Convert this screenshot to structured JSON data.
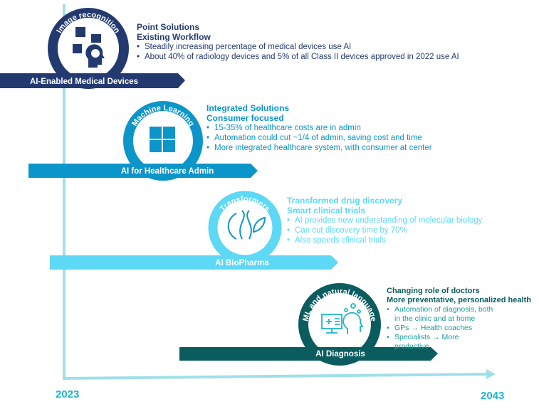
{
  "colors": {
    "navy": "#233a70",
    "blue": "#0c95c9",
    "cyan": "#5dd8f5",
    "teal": "#0b5c5e",
    "axis": "#9fe0e8",
    "year": "#1fb7c9"
  },
  "axis": {
    "start_year": "2023",
    "end_year": "2043"
  },
  "stages": [
    {
      "band": "AI-Enabled Medical Devices",
      "technology": "Image recognition",
      "icon": "puzzle-brain-head-icon",
      "headings": [
        "Point Solutions",
        "Existing Workflow"
      ],
      "bullets": [
        "Steadily increasing percentage of medical devices use AI",
        "About 40% of radiology devices and 5% of all Class II devices approved in 2022 use AI"
      ]
    },
    {
      "band": "AI for Healthcare Admin",
      "technology": "Machine Learning",
      "icon": "puzzle-icon",
      "headings": [
        "Integrated Solutions",
        "Consumer focused"
      ],
      "bullets": [
        " 15-35% of healthcare costs are in admin",
        "Automation could cut ~1/4 of admin, saving cost and time",
        "More integrated healthcare system, with consumer at center"
      ]
    },
    {
      "band": "AI BioPharma",
      "technology": "Transformers",
      "icon": "dna-gear-leaf-icon",
      "headings": [
        "Transformed drug discovery",
        "Smart clinical trials"
      ],
      "bullets": [
        "AI provides new understanding of molecular biology",
        "Can cut discovery time by 70%",
        "Also speeds clinical trials"
      ]
    },
    {
      "band": "AI Diagnosis",
      "technology": "ML and natural language",
      "icon": "monitor-ai-head-icon",
      "headings": [
        "Changing role of doctors",
        "More preventative, personalized health"
      ],
      "bullets": [
        "Automation of diagnosis, both in the clinic and at home",
        "GPs → Health coaches",
        "Specialists → More productive"
      ]
    }
  ]
}
